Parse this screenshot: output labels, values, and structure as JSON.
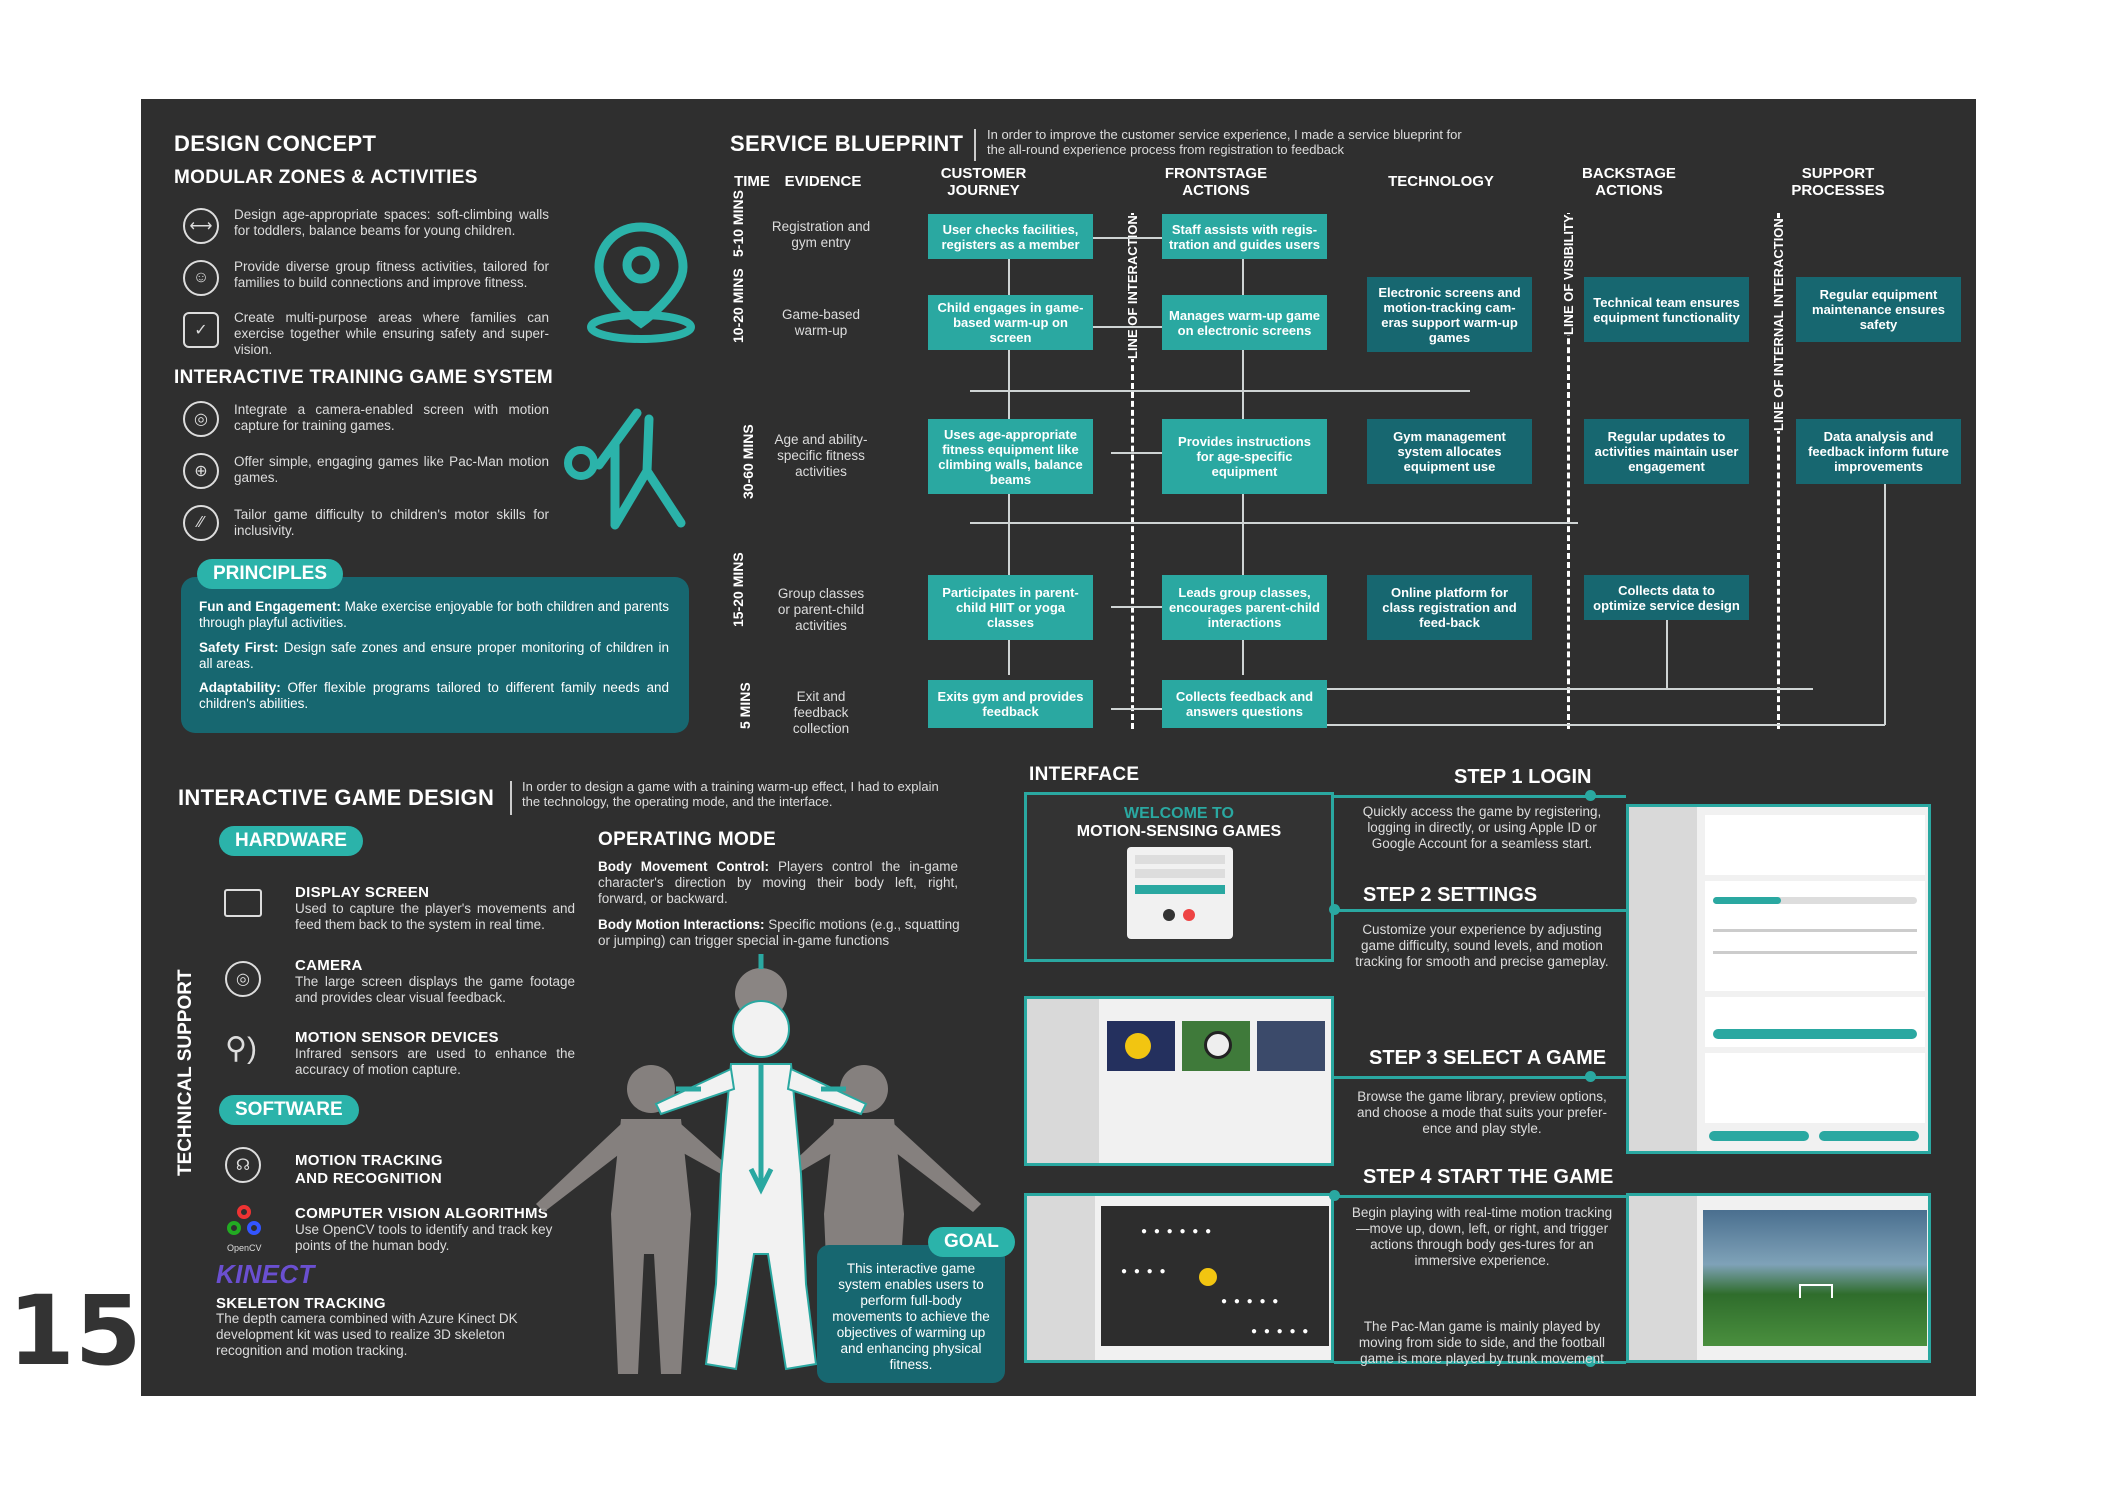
{
  "page_number": "15",
  "design_concept": {
    "title": "DESIGN CONCEPT",
    "subtitle": "MODULAR ZONES & ACTIVITIES",
    "items": [
      {
        "icon": "dumbbell-icon",
        "text": "Design age-appropriate spaces: soft-climbing walls for toddlers, balance beams for young children."
      },
      {
        "icon": "group-icon",
        "text": "Provide diverse group fitness activities, tailored for families to build connections and improve fitness."
      },
      {
        "icon": "shield-icon",
        "text": "Create multi-purpose areas where families can exercise together while ensuring safety and super-vision."
      }
    ]
  },
  "training_system": {
    "title": "INTERACTIVE TRAINING GAME SYSTEM",
    "items": [
      {
        "icon": "camera-icon",
        "text": "Integrate a camera-enabled screen with motion capture for training games."
      },
      {
        "icon": "gamepad-icon",
        "text": "Offer simple, engaging games like Pac-Man motion games."
      },
      {
        "icon": "difficulty-icon",
        "text": "Tailor game difficulty to children's motor skills for inclusivity."
      }
    ]
  },
  "principles": {
    "title": "PRINCIPLES",
    "items": [
      {
        "bold": "Fun and Engagement:",
        "text": " Make exercise enjoyable for both children and parents through playful activities."
      },
      {
        "bold": "Safety First:",
        "text": " Design safe zones and ensure proper monitoring of children in all areas."
      },
      {
        "bold": "Adaptability:",
        "text": " Offer flexible programs tailored to different family needs and children's abilities."
      }
    ]
  },
  "blueprint": {
    "title": "SERVICE BLUEPRINT",
    "desc": "In order to improve the customer service experience, I made a service blueprint for the all-round experience process from registration to feedback",
    "col_time": "TIME",
    "col_evidence": "EVIDENCE",
    "col_journey": "CUSTOMER JOURNEY",
    "col_front": "FRONTSTAGE ACTIONS",
    "col_tech": "TECHNOLOGY",
    "col_back": "BACKSTAGE ACTIONS",
    "col_support": "SUPPORT PROCESSES",
    "line_interaction": "LINE OF INTERACTION",
    "line_visibility": "LINE OF VISIBILITY",
    "line_internal": "LINE OF INTERNAL INTERACTION",
    "rows": [
      {
        "time": "5-10 MINS",
        "evidence": "Registration and gym entry",
        "journey": "User checks facilities, registers as a member",
        "front": "Staff assists with regis-tration and guides users",
        "tech": "",
        "back": "",
        "support": ""
      },
      {
        "time": "10-20 MINS",
        "evidence": "Game-based warm-up",
        "journey": "Child engages in game-based warm-up on screen",
        "front": "Manages warm-up game on electronic screens",
        "tech": "Electronic screens and motion-tracking cam-eras support warm-up games",
        "back": "Technical team ensures equipment functionality",
        "support": "Regular equipment maintenance ensures safety"
      },
      {
        "time": "30-60 MINS",
        "evidence": "Age and ability-specific fitness activities",
        "journey": "Uses age-appropriate fitness equipment like climbing walls, balance beams",
        "front": "Provides instructions for age-specific equipment",
        "tech": "Gym management system allocates equipment use",
        "back": "Regular updates to activities maintain user engagement",
        "support": "Data analysis and feedback inform future improvements"
      },
      {
        "time": "15-20 MINS",
        "evidence": "Group classes or parent-child activities",
        "journey": "Participates in parent-child HIIT or yoga classes",
        "front": "Leads group classes, encourages parent-child interactions",
        "tech": "Online platform for class registration and feed-back",
        "back": "Collects data to optimize service design",
        "support": ""
      },
      {
        "time": "5 MINS",
        "evidence": "Exit and feedback collection",
        "journey": "Exits gym and provides feedback",
        "front": "Collects feedback and answers questions",
        "tech": "",
        "back": "",
        "support": ""
      }
    ]
  },
  "game_design": {
    "title": "INTERACTIVE GAME DESIGN",
    "desc": "In order to design a game with a training warm-up effect, I had to explain the technology, the operating mode, and the interface.",
    "tech_support": "TECHNICAL SUPPORT",
    "hardware": "HARDWARE",
    "software": "SOFTWARE",
    "hw": [
      {
        "icon": "monitor-icon",
        "title": "DISPLAY SCREEN",
        "text": "Used to capture the player's movements and feed them back to the system in real time."
      },
      {
        "icon": "lens-icon",
        "title": "CAMERA",
        "text": "The large screen displays the game footage and provides clear visual feedback."
      },
      {
        "icon": "sensor-icon",
        "title": "MOTION SENSOR DEVICES",
        "text": "Infrared sensors are used to enhance the accuracy of motion capture."
      }
    ],
    "sw": [
      {
        "icon": "tracking-icon",
        "title": "MOTION TRACKING AND RECOGNITION",
        "text": ""
      },
      {
        "icon": "opencv-icon",
        "title": "COMPUTER VISION ALGORITHMS",
        "text": "Use OpenCV tools to identify and track key points of the human body."
      }
    ],
    "opencv_label": "OpenCV",
    "kinect_label": "KINECT",
    "skeleton": {
      "title": "SKELETON TRACKING",
      "text": "The depth camera combined with Azure Kinect DK development kit was used to realize 3D skeleton recognition and motion tracking."
    },
    "operating": {
      "title": "OPERATING MODE",
      "p1b": "Body Movement Control:",
      "p1": " Players control the in-game character's direction by moving their body left, right, forward, or backward.",
      "p2b": "Body Motion Interactions:",
      "p2": " Specific motions (e.g., squatting or jumping) can trigger special in-game functions"
    },
    "goal": {
      "title": "GOAL",
      "text": "This interactive game system enables users to perform full-body movements to achieve the objectives of warming up and enhancing physical fitness."
    }
  },
  "interface": {
    "title": "INTERFACE",
    "welcome1": "WELCOME TO",
    "welcome2": "MOTION-SENSING GAMES",
    "steps": [
      {
        "title": "STEP 1 LOGIN",
        "text": "Quickly access the game by registering, logging in directly, or using Apple ID or Google Account for a seamless start."
      },
      {
        "title": "STEP 2 SETTINGS",
        "text": "Customize your experience by adjusting game difficulty, sound levels, and motion tracking for smooth and precise gameplay."
      },
      {
        "title": "STEP 3 SELECT A GAME",
        "text": "Browse the game library, preview options, and choose a mode that suits your prefer-ence and play style."
      },
      {
        "title": "STEP 4 START THE GAME",
        "text": "Begin playing with real-time motion tracking—move up, down, left, or right, and trigger actions through body ges-tures for an immersive experience."
      }
    ],
    "note": "The Pac-Man game is mainly played by moving from side to side, and the football game is more played by trunk movement"
  },
  "colors": {
    "board": "#2f2f2f",
    "teal": "#2aa8a1",
    "dark_teal": "#176770"
  }
}
